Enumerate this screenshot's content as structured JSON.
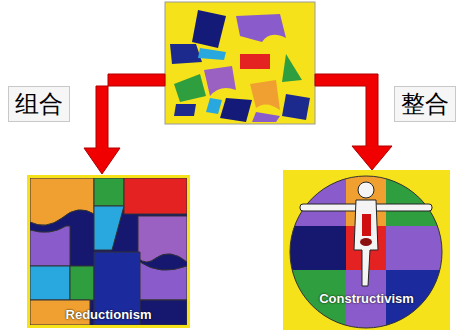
{
  "diagram": {
    "nodes": [
      {
        "text": [
          "组合"
        ]
      },
      {
        "text": [
          "整合"
        ]
      },
      {
        "text": [
          "Reductionism"
        ]
      },
      {
        "text": [
          "Constructivism"
        ]
      }
    ]
  }
}
